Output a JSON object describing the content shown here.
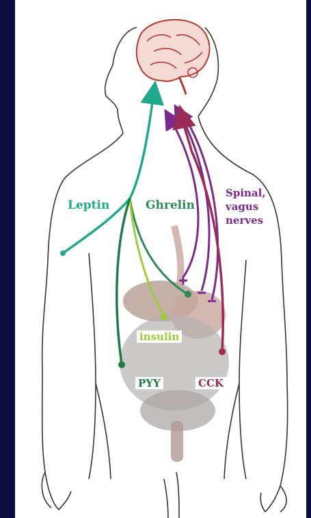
{
  "labels": {
    "leptin": "Leptin",
    "ghrelin": "Ghrelin",
    "spinal_line1": "Spinal,",
    "spinal_line2": "vagus",
    "spinal_line3": "nerves",
    "insulin": "insulin",
    "pyy": "PYY",
    "cck": "CCK"
  },
  "colors": {
    "leptin": "#1fa88a",
    "ghrelin": "#2e8b57",
    "insulin": "#9ccc3a",
    "pyy": "#1f7a4a",
    "nerves": "#7a2a8a",
    "cck": "#9c2b57",
    "brain": "#b03a2e",
    "organs": "#a8a0a0",
    "outline": "#333333"
  }
}
